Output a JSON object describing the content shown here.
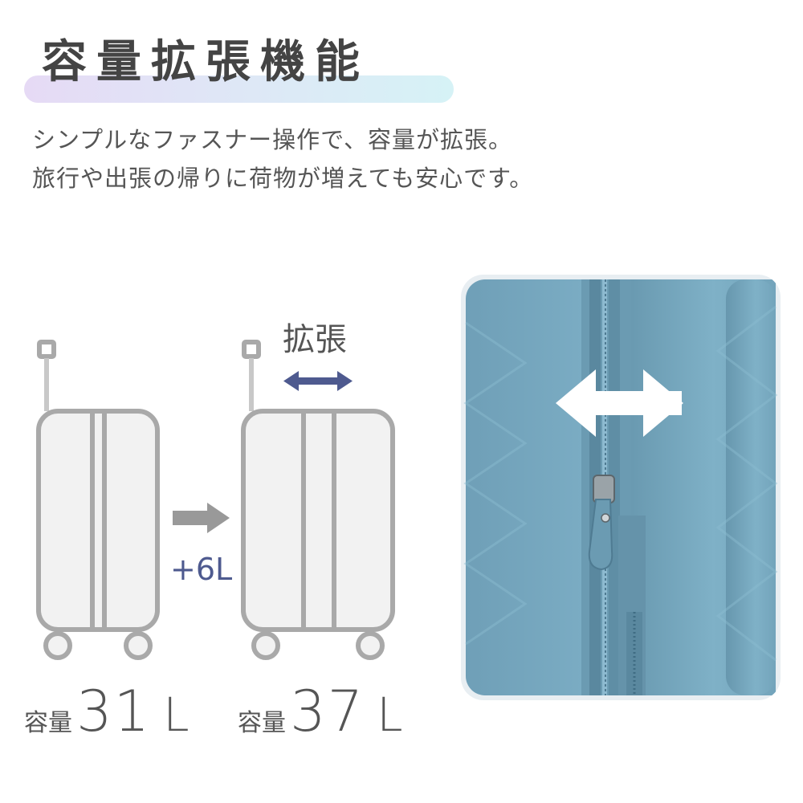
{
  "title": "容量拡張機能",
  "description": {
    "line1": "シンプルなファスナー操作で、容量が拡張。",
    "line2": "旅行や出張の帰りに荷物が増えても安心です。"
  },
  "diagram": {
    "expand_label": "拡張",
    "increase_label": "+6L",
    "before": {
      "label": "容量",
      "number": "31",
      "unit": "L"
    },
    "after": {
      "label": "容量",
      "number": "37",
      "unit": "L"
    }
  },
  "colors": {
    "suitcase_outline": "#a9a9a9",
    "suitcase_fill": "#f2f2f2",
    "accent_arrow": "#4e5a8f",
    "flow_arrow": "#999999",
    "luggage_blue": "#7aa9c0"
  },
  "icons": {
    "flow": "arrow-right-icon",
    "expand": "double-arrow-horizontal-icon",
    "photo_overlay": "double-arrow-horizontal-icon"
  }
}
